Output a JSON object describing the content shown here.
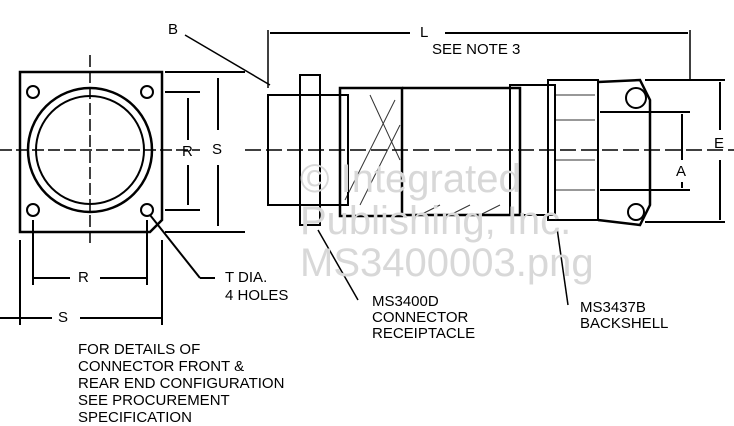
{
  "labels": {
    "b": "B",
    "l": "L",
    "see_note": "SEE NOTE 3",
    "s_right": "S",
    "r_right": "R",
    "r_bottom": "R",
    "s_bottom": "S",
    "a": "A",
    "e": "E",
    "t_dia": "T DIA.",
    "holes": "4 HOLES",
    "connector": [
      "MS3400D",
      "CONNECTOR",
      "RECEIPTACLE"
    ],
    "backshell": [
      "MS3437B",
      "BACKSHELL"
    ]
  },
  "note": [
    "FOR DETAILS OF",
    "CONNECTOR FRONT &",
    "REAR END CONFIGURATION",
    "SEE PROCUREMENT",
    "SPECIFICATION"
  ],
  "watermark": [
    "© Integrated",
    "Publishing, Inc.",
    "MS3400003.png"
  ]
}
